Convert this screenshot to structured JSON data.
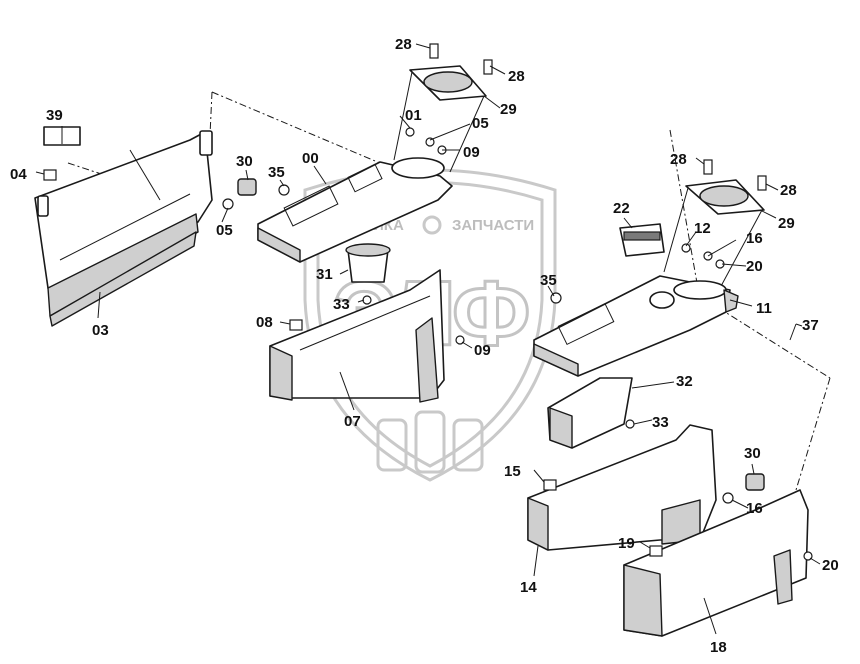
{
  "watermark": {
    "logo_text": "ЭЛФ",
    "caption_left": "ТЕХНИКА",
    "caption_right": "ЗАПЧАСТИ"
  },
  "callouts": {
    "c28a": "28",
    "c28b": "28",
    "c29a": "29",
    "c01": "01",
    "c05a": "05",
    "c09a": "09",
    "c39": "39",
    "c04": "04",
    "c30a": "30",
    "c35a": "35",
    "c00": "00",
    "c05b": "05",
    "c03": "03",
    "c31": "31",
    "c33a": "33",
    "c08": "08",
    "c09b": "09",
    "c07": "07",
    "c28c": "28",
    "c28d": "28",
    "c29b": "29",
    "c22": "22",
    "c12": "12",
    "c16a": "16",
    "c20a": "20",
    "c35b": "35",
    "c11": "11",
    "c37": "37",
    "c32": "32",
    "c33b": "33",
    "c15": "15",
    "c30b": "30",
    "c16b": "16",
    "c14": "14",
    "c19": "19",
    "c20b": "20",
    "c18": "18"
  }
}
